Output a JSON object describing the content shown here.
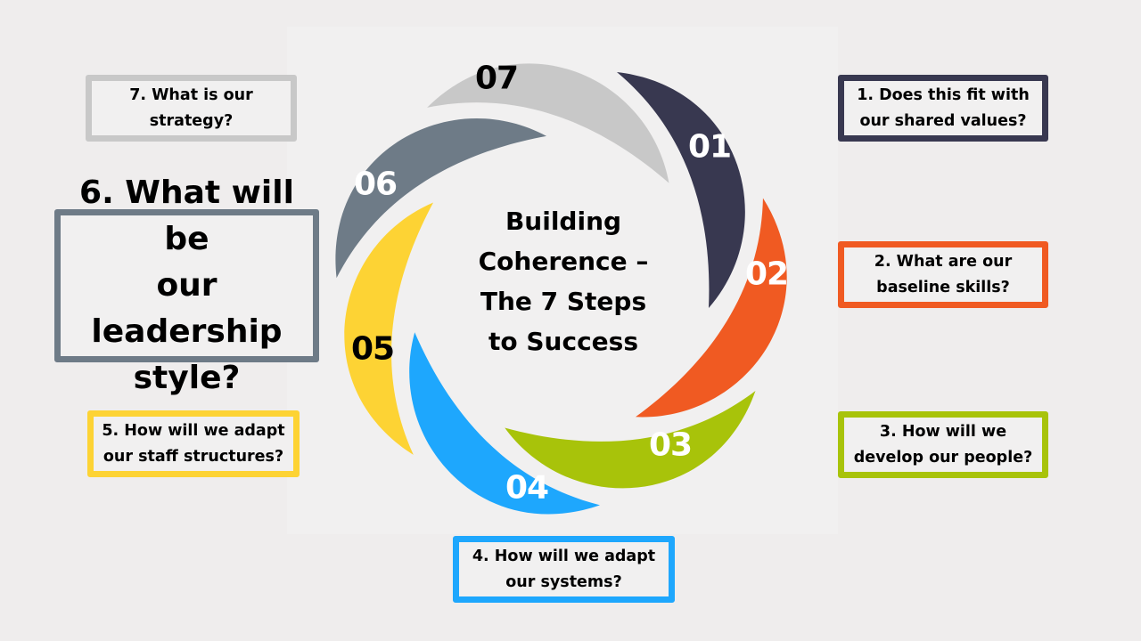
{
  "diagram": {
    "title_lines": [
      "Building",
      "Coherence –",
      "The 7 Steps",
      "to Success"
    ],
    "steps": [
      {
        "number": "01",
        "color": "#383850",
        "text_color": "#ffffff",
        "question_lines": [
          "1. Does this fit with",
          "our shared values?"
        ]
      },
      {
        "number": "02",
        "color": "#f05a22",
        "text_color": "#ffffff",
        "question_lines": [
          "2. What are our",
          "baseline skills?"
        ]
      },
      {
        "number": "03",
        "color": "#a8c30a",
        "text_color": "#ffffff",
        "question_lines": [
          "3. How will we",
          "develop our people?"
        ]
      },
      {
        "number": "04",
        "color": "#1ea7fd",
        "text_color": "#ffffff",
        "question_lines": [
          "4. How will we adapt",
          "our systems?"
        ]
      },
      {
        "number": "05",
        "color": "#fdd334",
        "text_color": "#000000",
        "question_lines": [
          "5. How will we adapt",
          "our staff structures?"
        ]
      },
      {
        "number": "06",
        "color": "#6e7b87",
        "text_color": "#ffffff",
        "question_lines": [
          "6. What will be",
          "our leadership",
          "style?"
        ]
      },
      {
        "number": "07",
        "color": "#c8c8c8",
        "text_color": "#000000",
        "question_lines": [
          "7. What is our",
          "strategy?"
        ]
      }
    ]
  }
}
